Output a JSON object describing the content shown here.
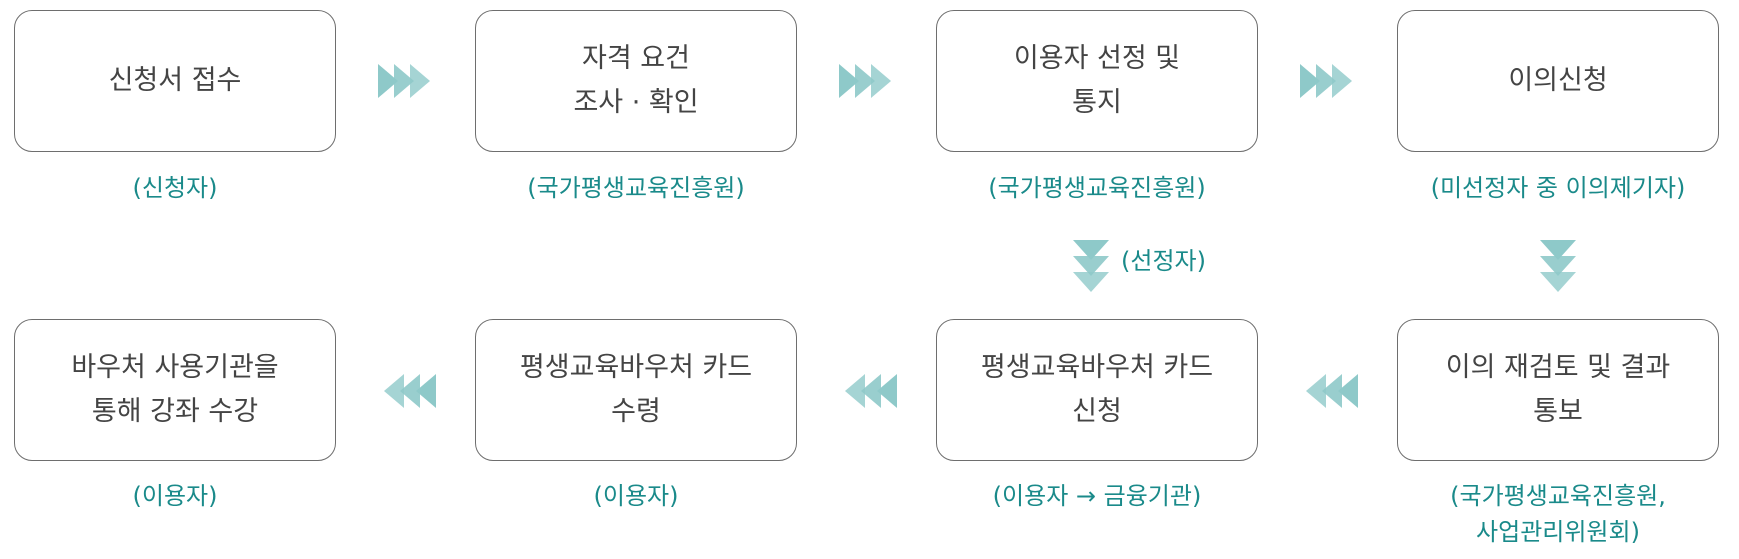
{
  "colors": {
    "box_border": "#6e6e6e",
    "box_text": "#444444",
    "actor_text": "#1a8a8a",
    "arrow_fill": "#8ec9c9"
  },
  "icons": {
    "right": "triple-chevron-right-icon",
    "left": "triple-chevron-left-icon",
    "down": "triple-chevron-down-icon"
  },
  "row1": {
    "step1": {
      "lines": [
        "신청서 접수"
      ],
      "actor": [
        "(신청자)"
      ]
    },
    "step2": {
      "lines": [
        "자격 요건",
        "조사 · 확인"
      ],
      "actor": [
        "(국가평생교육진흥원)"
      ]
    },
    "step3": {
      "lines": [
        "이용자 선정 및",
        "통지"
      ],
      "actor": [
        "(국가평생교육진흥원)"
      ]
    },
    "step4": {
      "lines": [
        "이의신청"
      ],
      "actor": [
        "(미선정자 중 이의제기자)"
      ]
    }
  },
  "down_notes": {
    "selected": "(선정자)"
  },
  "row2": {
    "step5": {
      "lines": [
        "이의 재검토 및 결과",
        "통보"
      ],
      "actor": [
        "(국가평생교육진흥원,",
        "사업관리위원회)"
      ]
    },
    "step6": {
      "lines": [
        "평생교육바우처 카드",
        "신청"
      ],
      "actor": [
        "(이용자 → 금융기관)"
      ]
    },
    "step7": {
      "lines": [
        "평생교육바우처 카드",
        "수령"
      ],
      "actor": [
        "(이용자)"
      ]
    },
    "step8": {
      "lines": [
        "바우처 사용기관을",
        "통해 강좌 수강"
      ],
      "actor": [
        "(이용자)"
      ]
    }
  }
}
